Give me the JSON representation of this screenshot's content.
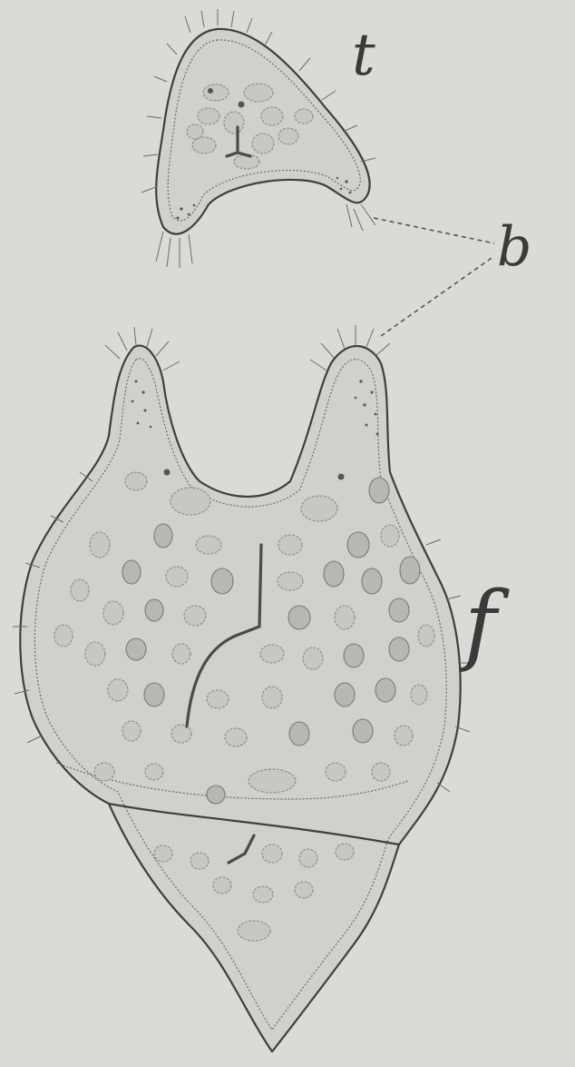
{
  "figure": {
    "labels": {
      "top_specimen": "t",
      "apical_buds": "b",
      "full_specimen": "f"
    },
    "colors": {
      "paper": "#dcdad6",
      "ink": "#3f3f3f"
    }
  }
}
